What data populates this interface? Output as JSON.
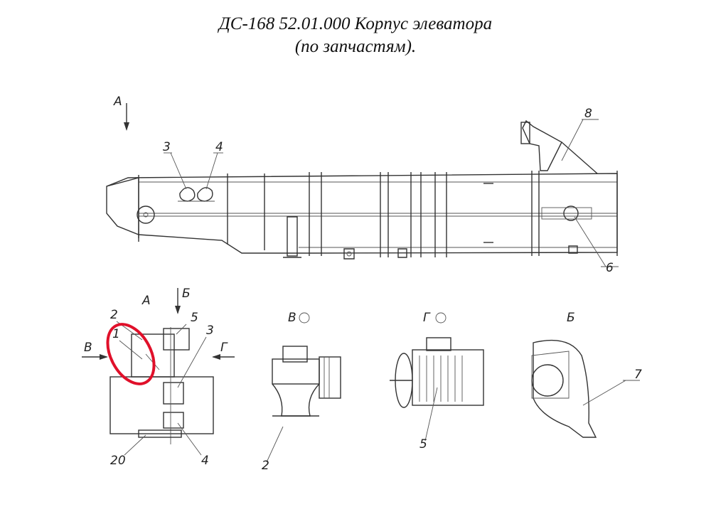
{
  "title": {
    "line1": "ДС-168 52.01.000 Корпус элеватора",
    "line2": "(по запчастям)."
  },
  "views": {
    "main_view_arrow": "А",
    "view_a": "А",
    "view_b": "Б",
    "view_v": "В",
    "view_g": "Г"
  },
  "callouts": {
    "c1": "1",
    "c2": "2",
    "c3": "3",
    "c4": "4",
    "c5": "5",
    "c6": "6",
    "c7": "7",
    "c8": "8",
    "c20": "20"
  },
  "highlight_color": "#e0102a"
}
